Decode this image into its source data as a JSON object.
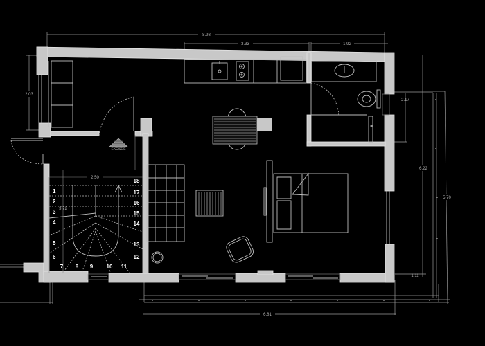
{
  "drawing": {
    "type": "architectural floor plan",
    "background": "#000000",
    "wall_color": "#c8c8c8",
    "line_color": "#bdbdbd"
  },
  "dimensions": {
    "top_total": "8.98",
    "top_kitchen": "3.33",
    "top_bath": "1.92",
    "left_window": "2.03",
    "right_bath": "2.17",
    "right_inner": "6.22",
    "right_outer": "5.70",
    "bottom_right_small": "1.11",
    "bottom_total": "6.81",
    "stair_width": "2.50",
    "stair_length": "3.72"
  },
  "stairs": {
    "steps_left": [
      "1",
      "2",
      "3",
      "4",
      "5",
      "6"
    ],
    "steps_bottom": [
      "7",
      "8",
      "9",
      "10",
      "11"
    ],
    "steps_right": [
      "12",
      "13",
      "14",
      "15",
      "16",
      "17",
      "18"
    ]
  },
  "north_label": "EKOSOE",
  "rooms": [
    {
      "name": "kitchen"
    },
    {
      "name": "bathroom"
    },
    {
      "name": "living-room"
    },
    {
      "name": "bedroom-area"
    },
    {
      "name": "staircase"
    },
    {
      "name": "entry"
    }
  ]
}
